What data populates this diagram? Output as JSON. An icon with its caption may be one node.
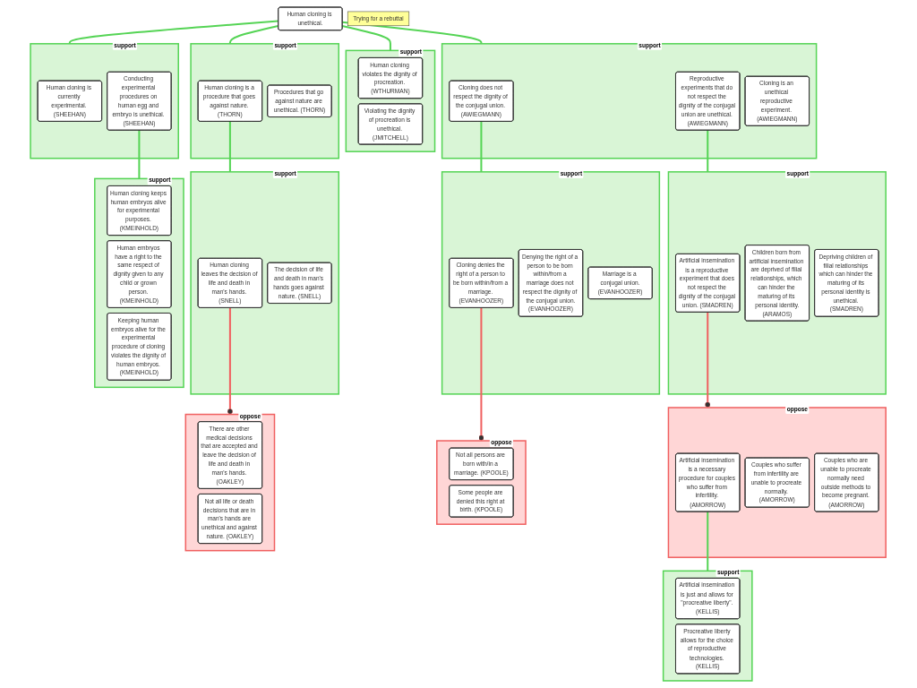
{
  "diagram": {
    "nodes": [
      {
        "text": [
          "Human cloning is unethical."
        ]
      },
      {
        "text": [
          "support"
        ]
      },
      {
        "text": [
          "Human cloning is currently experimental. (SHEEHAN)"
        ],
        "in": 1
      },
      {
        "text": [
          "Conducting experimental procedures on human egg and embryo is unethical. (SHEEHAN)"
        ],
        "in": 1
      },
      {
        "text": [
          "support"
        ]
      },
      {
        "text": [
          "Human cloning is a procedure that goes against nature. (THORN)"
        ],
        "in": 4
      },
      {
        "text": [
          "Procedures that go against nature are unethical. (THORN)"
        ],
        "in": 4
      },
      {
        "text": [
          "support"
        ]
      },
      {
        "text": [
          "Human cloning violates the dignity of procreation. (WTHURMAN)"
        ],
        "in": 7
      },
      {
        "text": [
          "Violating the dignity of procreation is unethical. (JMITCHELL)"
        ],
        "in": 7
      },
      {
        "text": [
          "support"
        ]
      },
      {
        "text": [
          "Cloning does not respect the dignity of the conjugal union. (AWIEGMANN)"
        ],
        "in": 10
      },
      {
        "text": [
          "Reproductive experiments that do not respect the dignity of the conjugal union are unethical. (AWIEGMANN)"
        ],
        "in": 10
      },
      {
        "text": [
          "Cloning is an unethical reproductive experiment. (AWIEGMANN)"
        ],
        "in": 10
      },
      {
        "text": [
          "support"
        ]
      },
      {
        "text": [
          "Human cloning keeps human embryos alive for experimental purposes. (KMEINHOLD)"
        ],
        "in": 14
      },
      {
        "text": [
          "Human embryos have a right to the same respect of dignity given to any child or grown person. (KMEINHOLD)"
        ],
        "in": 14
      },
      {
        "text": [
          "Keeping human embryos alive for the experimental procedure of cloning violates the dignity of human embryos. (KMEINHOLD)"
        ],
        "in": 14
      },
      {
        "text": [
          "support"
        ]
      },
      {
        "text": [
          "Human cloning leaves the decision of life and death in man's hands. (SNELL)"
        ],
        "in": 18
      },
      {
        "text": [
          "The decision of life and death in man's hands goes against nature. (SNELL)"
        ],
        "in": 18
      },
      {
        "text": [
          "oppose"
        ]
      },
      {
        "text": [
          "There are other medical decisions that are accepted and leave the decision of life and death in man's hands. (OAKLEY)"
        ],
        "in": 21
      },
      {
        "text": [
          "Not all life or death decisions that are in man's hands are unethical and against nature. (OAKLEY)"
        ],
        "in": 21
      },
      {
        "text": [
          "Trying for a rebuttal"
        ]
      },
      {
        "text": [
          "support"
        ]
      },
      {
        "text": [
          "Cloning denies the right of a person to be born within/from a marriage. (EVANHOOZER)"
        ],
        "in": 25
      },
      {
        "text": [
          "Denying the right of a person to be born within/from a marriage does not respect the dignity of the conjugal union.(EVANHOOZER)"
        ],
        "in": 25
      },
      {
        "text": [
          "Marriage is a conjugal union.(EVANHOOZER)"
        ],
        "in": 25
      },
      {
        "text": [
          "oppose"
        ]
      },
      {
        "text": [
          "Not all persons are born with/in a marriage. (KPOOLE)"
        ],
        "in": 29
      },
      {
        "text": [
          "Some people are denied this right at birth. (KPOOLE)"
        ],
        "in": 29
      },
      {
        "text": [
          "support"
        ]
      },
      {
        "text": [
          "Artificial insemination is a reproductive experiment that does not respect the dignity of the conjugal union. (SMADREN)"
        ],
        "in": 32
      },
      {
        "text": [
          "Children born from artificial insemination are deprived of filial relationships, which can hinder the maturing of its personal identity.(ARAMOS)"
        ],
        "in": 32
      },
      {
        "text": [
          "Depriving children of filial relationships which can hinder the maturing of its personal identity is unethical. (SMADREN)"
        ],
        "in": 32
      },
      {
        "text": [
          "oppose"
        ]
      },
      {
        "text": [
          "Artificial insemination is a necessary procedure for couples who suffer from infertility. (AMORROW)"
        ],
        "in": 36
      },
      {
        "text": [
          "Couples who suffer from infertility are unable to procreate normally. (AMORROW)"
        ],
        "in": 36
      },
      {
        "text": [
          "Couples who are unable to procreate normally need outside methods to become pregnant. (AMORROW)"
        ],
        "in": 36
      },
      {
        "text": [
          "support"
        ]
      },
      {
        "text": [
          "Artificial insemination is just and allows for \"procreative liberty\". (KELLIS)"
        ],
        "in": 40
      },
      {
        "text": [
          "Procreative liberty allows for the choice of reproductive technologies. (KELLIS)"
        ],
        "in": 40
      }
    ],
    "edges": [
      {
        "from": 0,
        "to": 1,
        "arrow": "none"
      },
      {
        "from": 0,
        "to": 4,
        "arrow": "none"
      },
      {
        "from": 0,
        "to": 7,
        "arrow": "none"
      },
      {
        "from": 0,
        "to": 10,
        "arrow": "none"
      },
      {
        "from": 3,
        "to": 14,
        "arrow": "none"
      },
      {
        "from": 5,
        "to": 18,
        "arrow": "none"
      },
      {
        "from": 19,
        "to": 21,
        "arrow": "other",
        "color": "#f06060"
      },
      {
        "from": 11,
        "to": 25,
        "arrow": "none"
      },
      {
        "from": 26,
        "to": 29,
        "arrow": "other",
        "color": "#f06060"
      },
      {
        "from": 12,
        "to": 32,
        "arrow": "none"
      },
      {
        "from": 33,
        "to": 36,
        "arrow": "other",
        "color": "#f06060"
      },
      {
        "from": 37,
        "to": 40,
        "arrow": "none"
      }
    ]
  }
}
